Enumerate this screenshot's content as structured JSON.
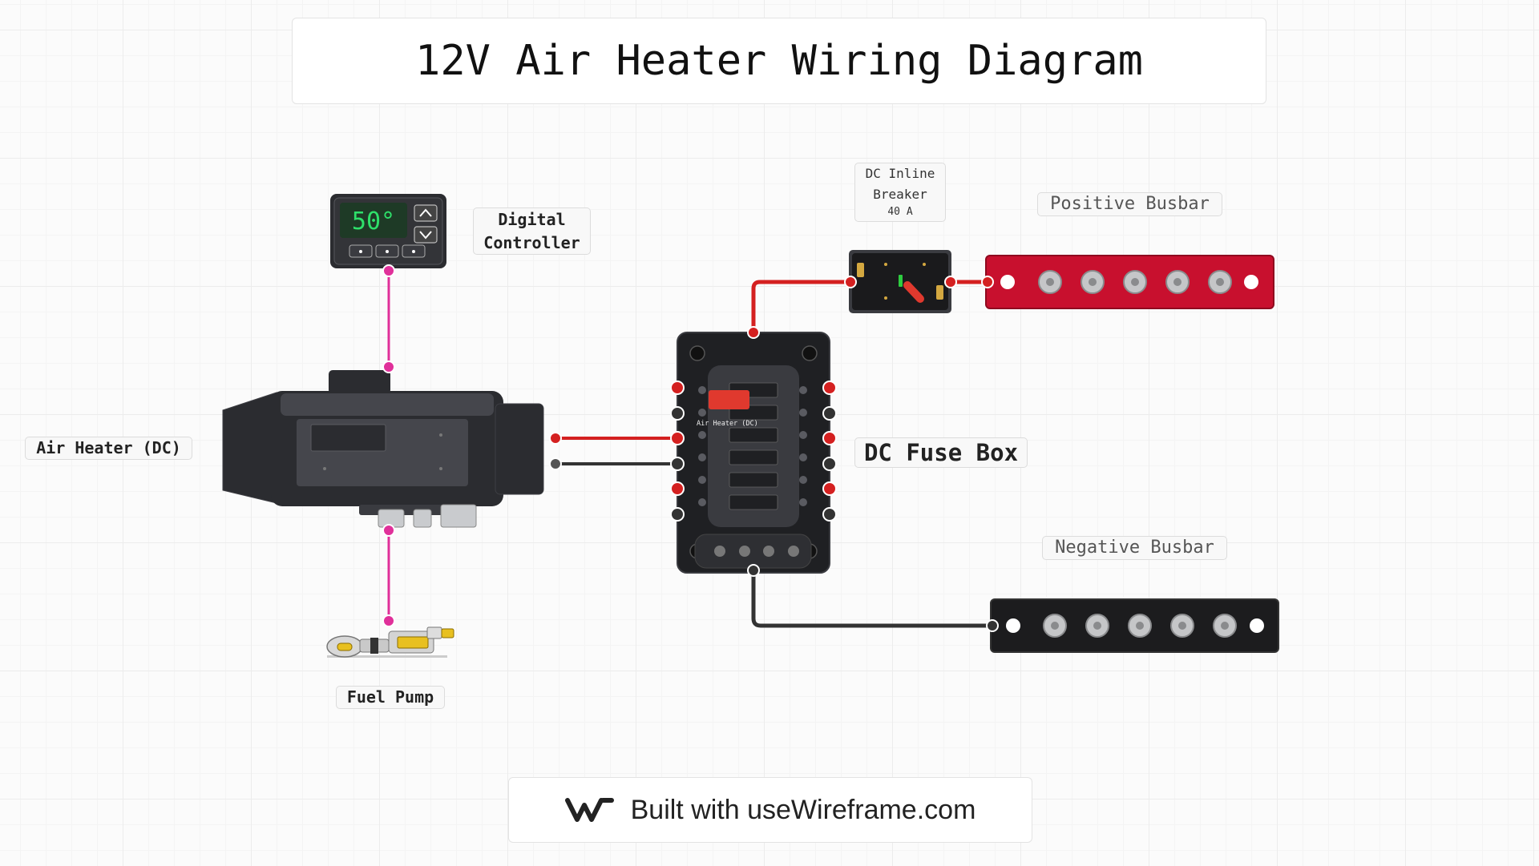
{
  "title": "12V Air Heater Wiring Diagram",
  "components": {
    "controller": {
      "label": "Digital Controller",
      "line1": "Digital",
      "line2": "Controller",
      "display": "50°"
    },
    "heater": {
      "label": "Air Heater (DC)"
    },
    "fuel_pump": {
      "label": "Fuel Pump"
    },
    "fuse_box": {
      "label": "DC Fuse Box",
      "fuse_label": "Air Heater (DC)"
    },
    "breaker": {
      "line1": "DC Inline",
      "line2": "Breaker",
      "rating": "40 A"
    },
    "positive_busbar": {
      "label": "Positive Busbar"
    },
    "negative_busbar": {
      "label": "Negative Busbar"
    }
  },
  "colors": {
    "positive_wire": "#d42020",
    "negative_wire": "#333333",
    "signal_wire": "#e0309a",
    "positive_busbar": "#c8102e",
    "device_body": "#2b2c30"
  },
  "footer": {
    "text": "Built with useWireframe.com",
    "logo": "wireframe-logo-icon"
  }
}
